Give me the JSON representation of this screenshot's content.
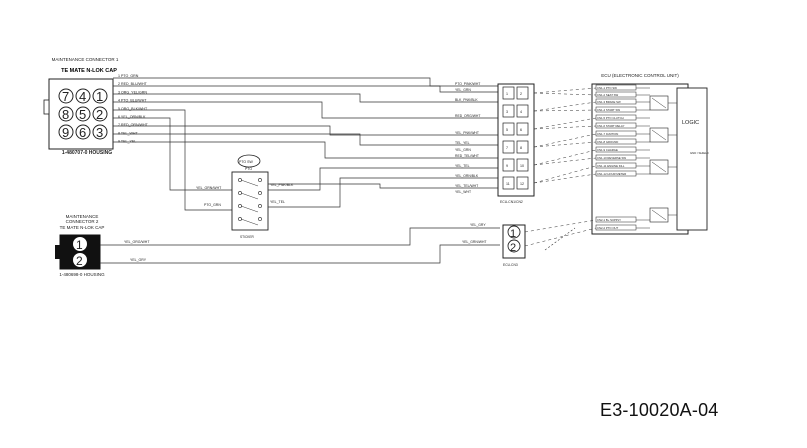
{
  "document_id": "E3-10020A-04",
  "connector1": {
    "caption": "MAINTENANCE CONNECTOR 1",
    "title": "TE MATE N-LOK CAP",
    "housing": "1-480707-0 HOUSING",
    "cavities": [
      "7",
      "4",
      "1",
      "8",
      "5",
      "2",
      "9",
      "6",
      "3"
    ]
  },
  "connector2": {
    "caption": "MAINTENANCE CONNECTOR 2",
    "title": "TE MATE N-LOK CAP",
    "housing": "1-480698-0 HOUSING",
    "cavities": [
      "1",
      "2"
    ]
  },
  "pto_switch": {
    "title": "PTO SW",
    "sub": "PTO",
    "part": "STICKER"
  },
  "main_connector": {
    "label": "ECU-CN1/CN2",
    "pins": [
      "1",
      "2",
      "3",
      "4",
      "5",
      "6",
      "7",
      "8",
      "9",
      "10",
      "11",
      "12"
    ]
  },
  "small_connector": {
    "label": "ECU-CN3",
    "pins": [
      "1",
      "2"
    ]
  },
  "ecu": {
    "caption": "ECU (ELECTRONIC CONTROL UNIT)",
    "logic_label": "LOGIC",
    "ground_note": "GND / SHIELD",
    "rows": [
      "CN1-1 PTO SW",
      "CN1-2 SEAT SW",
      "CN1-3 BRAKE SW",
      "CN1-4 START SW",
      "CN1-5 PTO CLUTCH",
      "CN1-6 START RELAY",
      "CN1-7 IGNITION",
      "CN1-8 GROUND",
      "CN1-9 CHARGE",
      "CN1-10 REVERSE SW",
      "CN1-11 ENGINE KILL",
      "CN1-12 HOUR METER",
      "CN2-1 B+ SUPPLY",
      "CN2-2 PTO OUT"
    ]
  },
  "wires": {
    "conn1": [
      "1  PTO_GRN",
      "2  RED_BLU/WHT",
      "3  ORG_YEL/GRN",
      "4  PTO_BLU/WHT",
      "5  ORG_BLK/WHT",
      "6  YEL_ORN/BLK",
      "7  RED_ORN/WHT",
      "8  TEL_WHT",
      "9  TEL_YEL"
    ],
    "ecu_side": [
      "PTO_PINK/WHT",
      "YEL_GRN",
      "BLK_PNK/BLK",
      "RED_ORG/WHT",
      "YEL_PNK/WHT",
      "TEL_YEL",
      "YEL_GRN",
      "RED_TEL/WHT",
      "YEL_TEL",
      "YEL_ORN/BLK",
      "YEL_TEL/WHT",
      "YEL_WHT"
    ],
    "switch_in": [
      "YEL_GRN/WHT",
      "PTO_GRN"
    ],
    "switch_out": [
      "YEL_PNK/BLK",
      "YEL_TEL"
    ],
    "conn2": [
      "YEL_ORG/WHT",
      "YEL_GRY"
    ],
    "small_side": [
      "YEL_GRY",
      "YEL_GRN/WHT"
    ]
  }
}
